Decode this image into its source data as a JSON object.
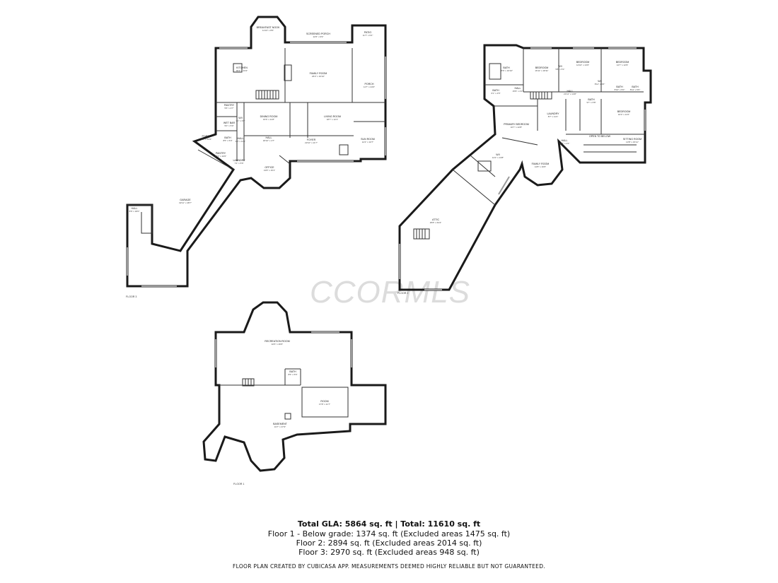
{
  "watermark": "CCORMLS",
  "floor_labels": {
    "left": "FLOOR 3",
    "right": "FLOOR 2",
    "bottom": "FLOOR 1"
  },
  "rooms": {
    "breakfast_nook": {
      "name": "BREAKFAST NOOK",
      "dim": "11'10\" x 8'5\""
    },
    "screened_porch": {
      "name": "SCREENED PORCH",
      "dim": "22'6\" x 9'9\""
    },
    "patio": {
      "name": "PATIO",
      "dim": "11'7\" x 6'2\""
    },
    "kitchen": {
      "name": "KITCHEN",
      "dim": "30'4\" x 23'4\""
    },
    "family_room": {
      "name": "FAMILY ROOM",
      "dim": "26'2\" x 16'10\""
    },
    "porch_right": {
      "name": "PORCH",
      "dim": "11'7\" x 24'0\""
    },
    "pantry": {
      "name": "PANTRY",
      "dim": "5'6\" x 4'7\""
    },
    "dining_room": {
      "name": "DINING ROOM",
      "dim": "15'6\" x 11'8\""
    },
    "living_room": {
      "name": "LIVING ROOM",
      "dim": "18'7\" x 12'1\""
    },
    "wet_bar": {
      "name": "WET BAR",
      "dim": "5'0\" x 5'0\""
    },
    "walk_in": {
      "name": "W/I",
      "dim": "3'1\" x 3'0\""
    },
    "hall_main": {
      "name": "HALL",
      "dim": "4'0\" x 11'6\""
    },
    "foyer": {
      "name": "FOYER",
      "dim": "22'10\" x 11'7\""
    },
    "sun_room": {
      "name": "SUN ROOM",
      "dim": "12'4\" x 10'7\""
    },
    "porch_left": {
      "name": "PORCH",
      "dim": "8'7\" x 13'4\""
    },
    "bath_main": {
      "name": "BATH",
      "dim": "8'5\" x 5'0\""
    },
    "hall_center": {
      "name": "HALL",
      "dim": "18'10\" x 4'7\""
    },
    "pantry2": {
      "name": "PANTRY",
      "dim": "12'1\" x 10'0\""
    },
    "laundry1": {
      "name": "LAUNDRY",
      "dim": "7'4\" x 5'6\""
    },
    "office": {
      "name": "OFFICE",
      "dim": "13'8\" x 15'1\""
    },
    "garage": {
      "name": "GARAGE",
      "dim": "32'11\" x 48'7\""
    },
    "hall_garage": {
      "name": "HALL",
      "dim": "8'6\" x 18'0\""
    },
    "bath_master": {
      "name": "BATH",
      "dim": "15'6\" x 16'10\""
    },
    "bedroom1": {
      "name": "BEDROOM",
      "dim": "16'11\" x 18'11\""
    },
    "bedroom2": {
      "name": "BEDROOM",
      "dim": "14'10\" x 13'6\""
    },
    "bedroom3": {
      "name": "BEDROOM",
      "dim": "14'7\" x 12'9\""
    },
    "wic_a": {
      "name": "W/I",
      "dim": "5'8\" x 5'1\""
    },
    "wic_b": {
      "name": "W/I",
      "dim": "8'11\" x 4'6\""
    },
    "bath_b": {
      "name": "BATH",
      "dim": "6'1\" x 4'5\""
    },
    "bath_c": {
      "name": "BATH",
      "dim": "8'10\" x 5'0\""
    },
    "bath_d": {
      "name": "BATH",
      "dim": "8'11\" x 5'6\""
    },
    "hall_up1": {
      "name": "HALL",
      "dim": "15'9\" x 4'1\""
    },
    "hall_up2": {
      "name": "HALL",
      "dim": "21'11\" x 14'8\""
    },
    "hall_up3": {
      "name": "HALL",
      "dim": "16'7\" x 4'4\""
    },
    "bath_e": {
      "name": "BATH",
      "dim": "9'7\" x 6'8\""
    },
    "bedroom4": {
      "name": "BEDROOM",
      "dim": "16'3\" x 11'6\""
    },
    "laundry2": {
      "name": "LAUNDRY",
      "dim": "8'7\" x 11'2\""
    },
    "primary_bedroom": {
      "name": "PRIMARY BEDROOM",
      "dim": "16'7\" x 22'8\""
    },
    "open_to_below": {
      "name": "OPEN TO BELOW",
      "dim": ""
    },
    "sitting_room": {
      "name": "SITTING ROOM",
      "dim": "13'8\" x 15'11\""
    },
    "w_i_upper": {
      "name": "W/I",
      "dim": "14'2\" x 13'8\""
    },
    "family_room_up": {
      "name": "FAMILY ROOM",
      "dim": "14'8\" x 16'6\""
    },
    "attic": {
      "name": "ATTIC",
      "dim": "25'8\" x 63'4\""
    },
    "recreation_room": {
      "name": "RECREATION ROOM",
      "dim": "42'6\" x 26'6\""
    },
    "bath_basement": {
      "name": "BATH",
      "dim": "8'6\" x 5'6\""
    },
    "room_basement": {
      "name": "ROOM",
      "dim": "17'8\" x 11'7\""
    },
    "basement": {
      "name": "BASEMENT",
      "dim": "31'7\" x 37'3\""
    }
  },
  "summary": {
    "total": "Total GLA: 5864 sq. ft | Total: 11610 sq. ft",
    "floor1": "Floor 1 - Below grade: 1374 sq. ft (Excluded areas 1475 sq. ft)",
    "floor2": "Floor 2: 2894 sq. ft (Excluded areas 2014 sq. ft)",
    "floor3": "Floor 3: 2970 sq. ft (Excluded areas 948 sq. ft)"
  },
  "disclaimer": "FLOOR PLAN CREATED BY CUBICASA APP. MEASUREMENTS DEEMED HIGHLY RELIABLE BUT NOT GUARANTEED."
}
